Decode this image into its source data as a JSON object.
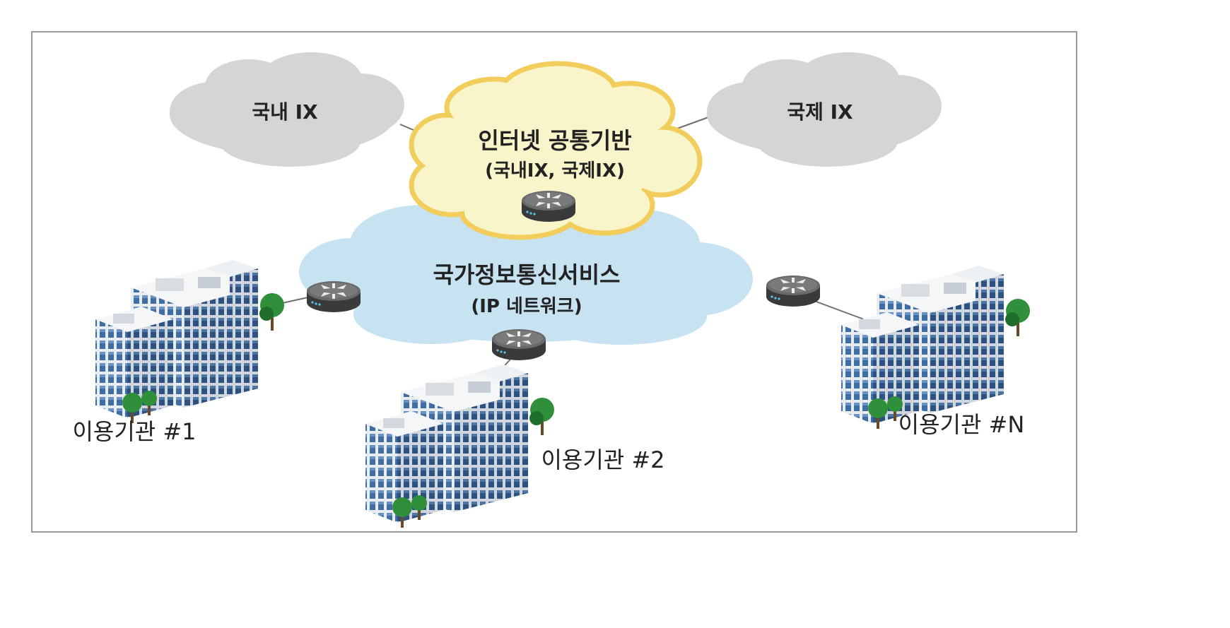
{
  "clouds": {
    "domestic_ix": {
      "label": "국내 IX"
    },
    "international_ix": {
      "label": "국제 IX"
    },
    "internet_common": {
      "title": "인터넷 공통기반",
      "subtitle": "(국내IX, 국제IX)"
    },
    "national_network": {
      "title": "국가정보통신서비스",
      "subtitle": "(IP 네트워크)"
    }
  },
  "sites": [
    {
      "label": "이용기관 #1"
    },
    {
      "label": "이용기관 #2"
    },
    {
      "label": "이용기관 #N"
    }
  ],
  "colors": {
    "frame": "#999999",
    "gray_cloud": "#d5d5d5",
    "yellow_cloud_fill": "#f7f5c9",
    "yellow_cloud_stroke": "#f3cd5c",
    "blue_cloud": "#c7e2f1",
    "router_top": "#6a6a6a",
    "router_side": "#3a3a3a",
    "link": "#6e6e6e",
    "text": "#222222"
  }
}
